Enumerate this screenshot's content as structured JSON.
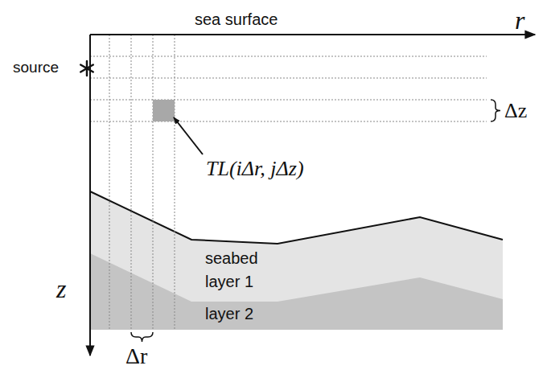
{
  "diagram": {
    "labels": [
      "sea surface",
      "r",
      "source",
      "Δz",
      "TL(iΔr, jΔz)",
      "seabed",
      "layer 1",
      "layer 2",
      "z",
      "Δr"
    ]
  }
}
